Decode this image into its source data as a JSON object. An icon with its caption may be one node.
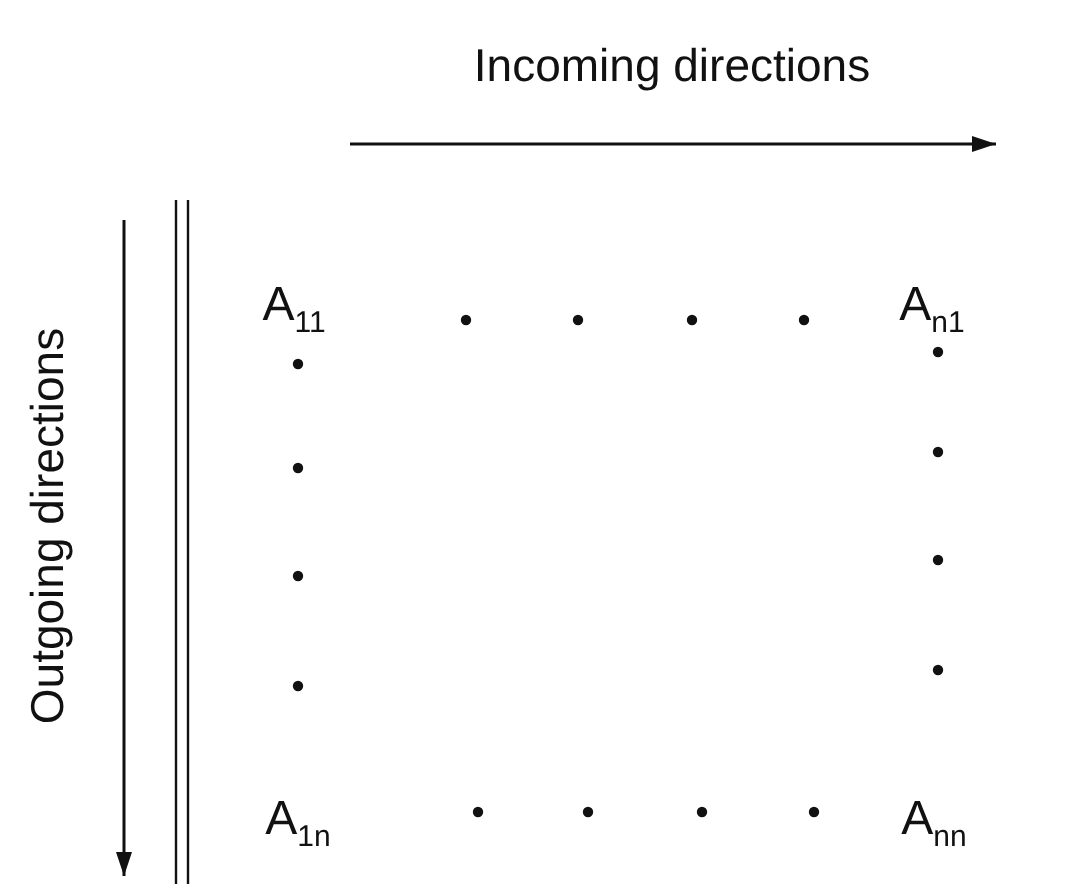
{
  "diagram": {
    "labels": [
      "Incoming directions",
      "Outgoing directions",
      "A$_{11}$",
      "A$_{n1}$",
      "A$_{1n}$",
      "A$_{nn}$"
    ]
  }
}
